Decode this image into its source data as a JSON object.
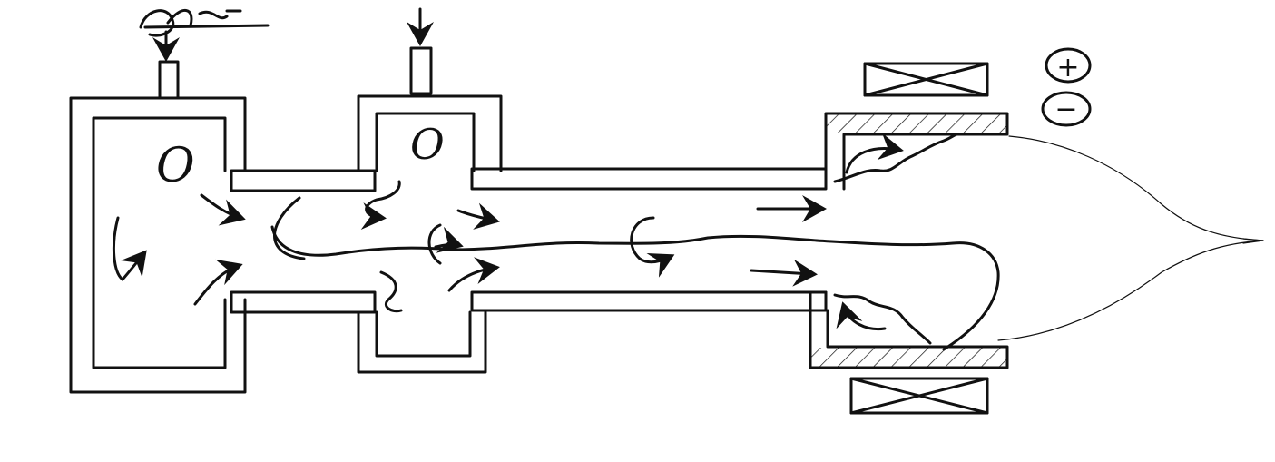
{
  "chamber_labels": {
    "first": "O",
    "second": "O"
  },
  "polarity": {
    "positive": "+",
    "negative": "−"
  },
  "handwritten_note": "ду"
}
